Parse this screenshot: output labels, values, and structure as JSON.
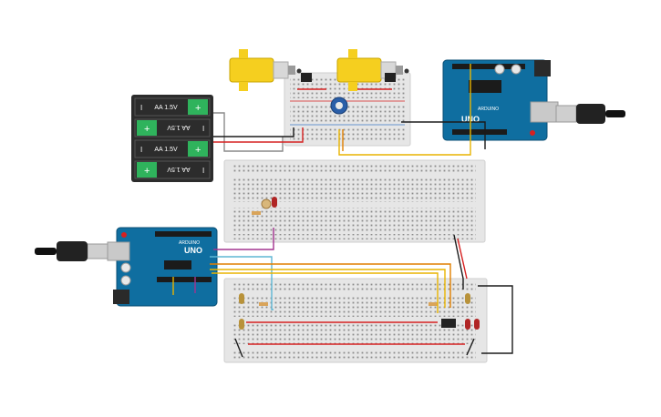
{
  "battery_pack": {
    "cells": [
      {
        "label": "AA 1.5V",
        "flipped": false
      },
      {
        "label": "AA 1.5V",
        "flipped": true
      },
      {
        "label": "AA 1.5V",
        "flipped": false
      },
      {
        "label": "AA 1.5V",
        "flipped": true
      }
    ],
    "plus": "+",
    "minus": "I"
  },
  "arduino_top": {
    "model": "UNO",
    "brand": "ARDUINO"
  },
  "arduino_left": {
    "model": "UNO",
    "brand": "ARDUINO"
  },
  "colors": {
    "arduino_blue": "#0f6ea0",
    "arduino_dark": "#0b4f74",
    "breadboard": "#e6e6e6",
    "motor_yellow": "#f5cf1f",
    "wire_yellow": "#e8b400",
    "wire_orange": "#e07f00",
    "wire_red": "#d62020",
    "wire_purple": "#a4338f",
    "wire_cyan": "#5fb7d4",
    "wire_black": "#1b1b1b",
    "wire_gray": "#8a8a8a",
    "battery_green": "#2fb35c",
    "battery_body": "#2c2c2c",
    "pot_blue": "#2a5ea8"
  },
  "icons": [
    "usb-cable-icon",
    "dc-motor-icon",
    "potentiometer-icon",
    "led-icon",
    "resistor-icon",
    "motor-driver-icon"
  ]
}
